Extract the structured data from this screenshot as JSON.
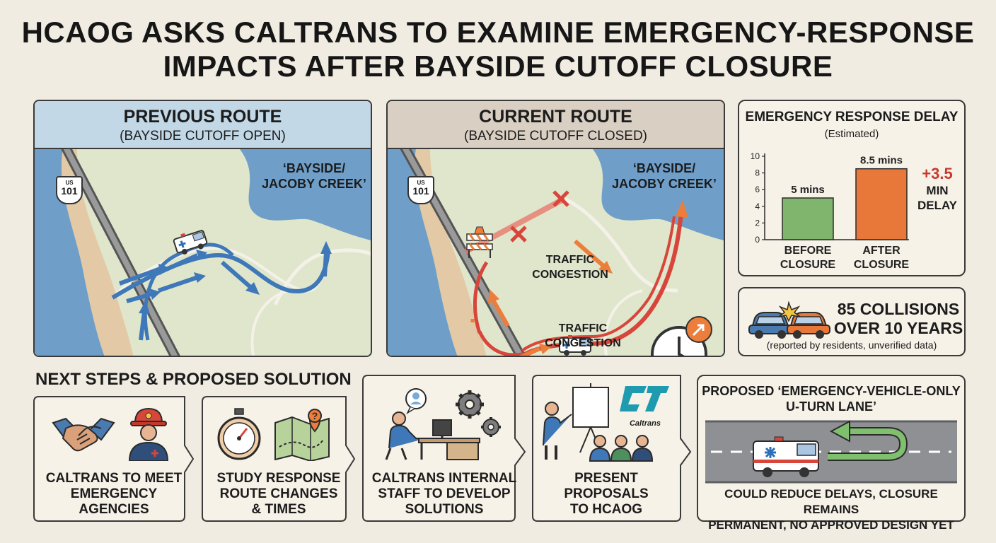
{
  "title": {
    "line1": "HCAOG ASKS CALTRANS TO EXAMINE EMERGENCY-RESPONSE",
    "line2": "IMPACTS AFTER BAYSIDE CUTOFF CLOSURE"
  },
  "previous_route": {
    "heading": "PREVIOUS ROUTE",
    "subheading": "(BAYSIDE CUTOFF OPEN)",
    "shield_top": "US",
    "shield_num": "101",
    "place_line1": "‘BAYSIDE/",
    "place_line2": "JACOBY CREEK’"
  },
  "current_route": {
    "heading": "CURRENT ROUTE",
    "subheading": "(BAYSIDE CUTOFF CLOSED)",
    "shield_top": "US",
    "shield_num": "101",
    "place_line1": "‘BAYSIDE/",
    "place_line2": "JACOBY CREEK’",
    "congestion1_line1": "TRAFFIC",
    "congestion1_line2": "CONGESTION",
    "congestion2_line1": "TRAFFIC",
    "congestion2_line2": "CONGESTION"
  },
  "delay_chart": {
    "title": "EMERGENCY RESPONSE DELAY",
    "subtitle": "(Estimated)",
    "delta_line1": "+3.5",
    "delta_line2": "MIN",
    "delta_line3": "DELAY"
  },
  "chart_data": {
    "type": "bar",
    "categories": [
      "BEFORE CLOSURE",
      "AFTER CLOSURE"
    ],
    "values": [
      5,
      8.5
    ],
    "value_labels": [
      "5 mins",
      "8.5 mins"
    ],
    "ylim": [
      0,
      10
    ],
    "yticks": [
      "0",
      "2",
      "4",
      "6",
      "8",
      "10"
    ],
    "category_line1": [
      "BEFORE",
      "AFTER"
    ],
    "category_line2": [
      "CLOSURE",
      "CLOSURE"
    ],
    "colors": [
      "#7fb56d",
      "#e8783a"
    ]
  },
  "collisions": {
    "line1": "85 COLLISIONS",
    "line2": "OVER 10 YEARS",
    "note": "(reported by residents, unverified data)"
  },
  "next_steps": {
    "heading": "NEXT STEPS & PROPOSED SOLUTION",
    "steps": [
      {
        "line1": "CALTRANS TO MEET",
        "line2": "EMERGENCY",
        "line3": "AGENCIES"
      },
      {
        "line1": "STUDY RESPONSE",
        "line2": "ROUTE CHANGES",
        "line3": "& TIMES"
      },
      {
        "line1": "CALTRANS INTERNAL",
        "line2": "STAFF TO DEVELOP",
        "line3": "SOLUTIONS"
      },
      {
        "line1": "PRESENT",
        "line2": "PROPOSALS",
        "line3": "TO HCAOG"
      }
    ],
    "caltrans_logo_text": "Caltrans",
    "map_pin_glyph": "?"
  },
  "proposal": {
    "title_line1": "PROPOSED ‘EMERGENCY-VEHICLE-ONLY",
    "title_line2": "U-TURN LANE’",
    "note_line1": "COULD REDUCE DELAYS, CLOSURE REMAINS",
    "note_line2": "PERMANENT, NO APPROVED DESIGN YET"
  },
  "colors": {
    "background": "#f1ece2",
    "water": "#6f9fc9",
    "land": "#dfe6cc",
    "route_blue": "#3f78b8",
    "route_red": "#d8453a",
    "route_orange": "#ec7d3a",
    "bar_before": "#7fb56d",
    "bar_after": "#e8783a",
    "delta_red": "#c8382e"
  }
}
